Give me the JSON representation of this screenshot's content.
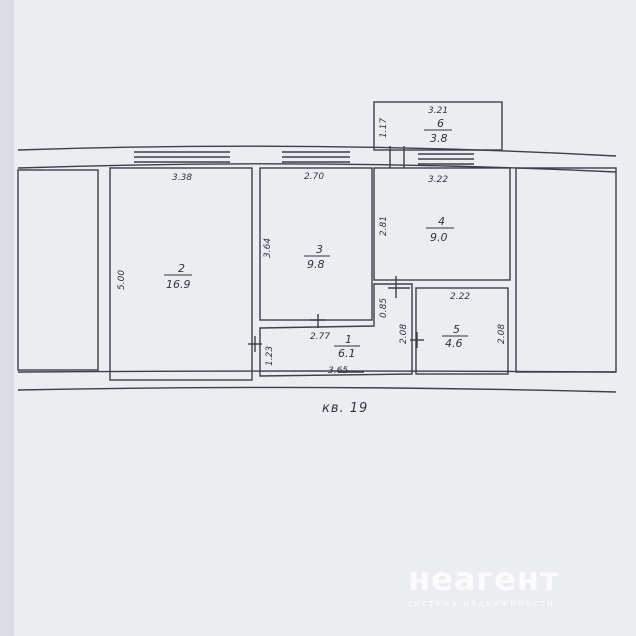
{
  "apartment_label": "кв. 19",
  "rooms": [
    {
      "id": "1",
      "area": "6.1"
    },
    {
      "id": "2",
      "area": "16.9"
    },
    {
      "id": "3",
      "area": "9.8"
    },
    {
      "id": "4",
      "area": "9.0"
    },
    {
      "id": "5",
      "area": "4.6"
    },
    {
      "id": "6",
      "area": "3.8"
    }
  ],
  "dimensions": {
    "room2_width": "3.38",
    "room2_height": "5.00",
    "room3_width": "2.70",
    "room3_height": "3.64",
    "room4_width": "3.22",
    "room4_height": "2.81",
    "room6_width": "3.21",
    "room6_height": "1.17",
    "room1_width": "2.77",
    "room1_bottom": "3.65",
    "room1_height": "1.23",
    "corridor_gap": "0.85",
    "room5_width": "2.22",
    "room5_left": "2.08",
    "room5_right": "2.08"
  },
  "watermark": {
    "brand": "неагент",
    "tagline": "система недвижимости"
  }
}
